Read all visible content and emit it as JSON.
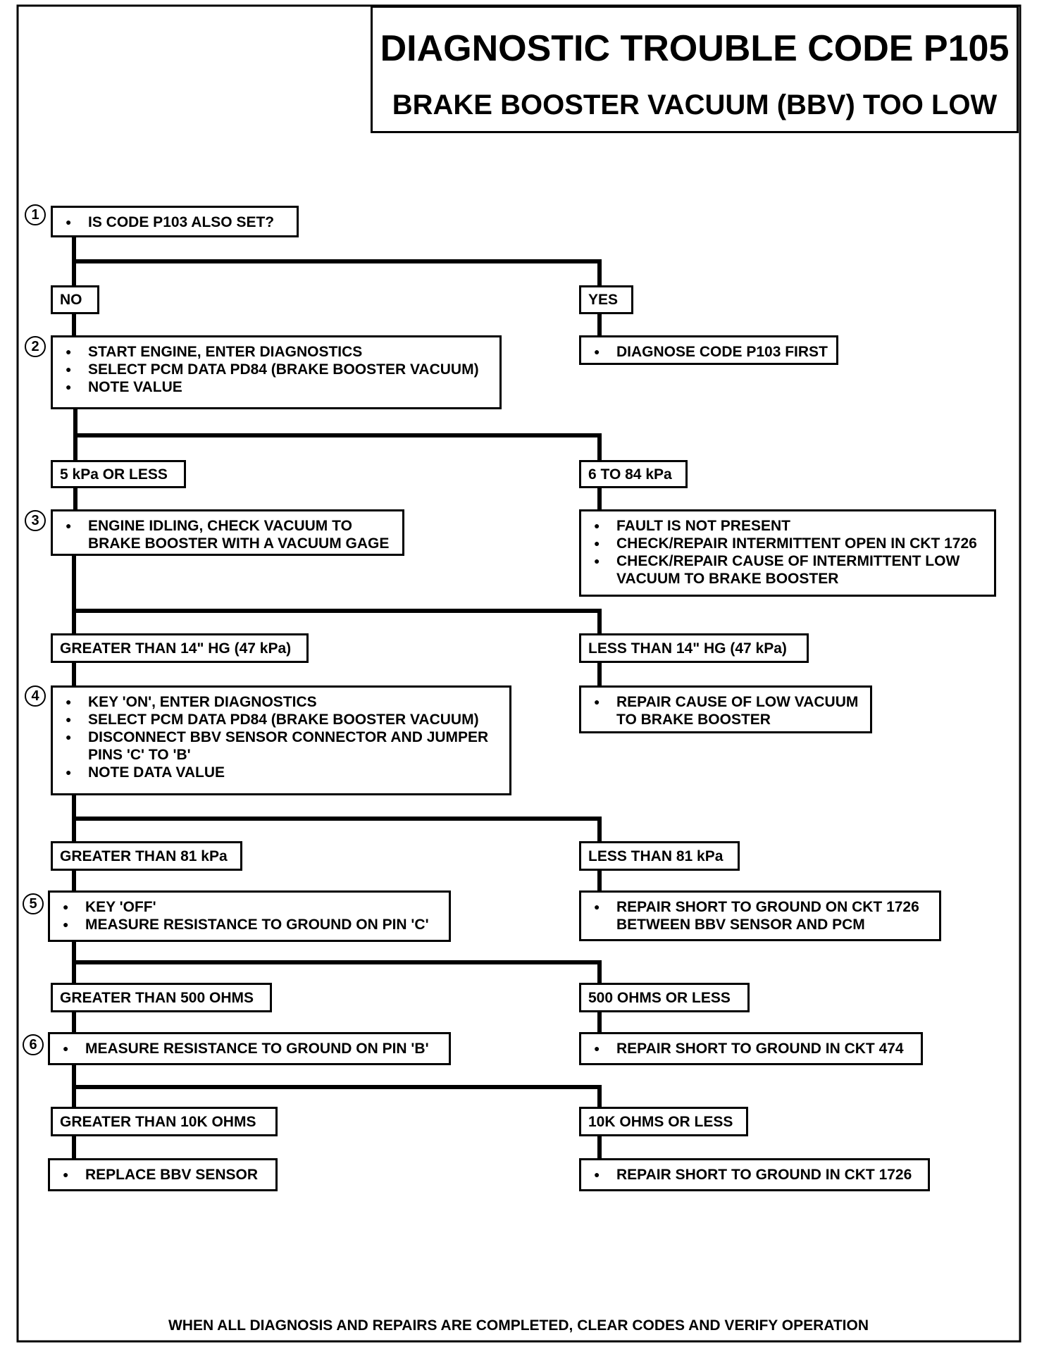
{
  "title": "DIAGNOSTIC TROUBLE CODE P105",
  "subtitle": "BRAKE BOOSTER VACUUM (BBV) TOO LOW",
  "footer": "WHEN ALL DIAGNOSIS AND REPAIRS ARE COMPLETED, CLEAR CODES AND VERIFY OPERATION",
  "steps": [
    "1",
    "2",
    "3",
    "4",
    "5",
    "6"
  ],
  "nodes": {
    "s1": [
      "IS CODE P103 ALSO SET?"
    ],
    "no1": "NO",
    "yes1": "YES",
    "s2": [
      "START ENGINE, ENTER DIAGNOSTICS",
      "SELECT PCM DATA PD84 (BRAKE BOOSTER VACUUM)",
      "NOTE VALUE"
    ],
    "diag103": [
      "DIAGNOSE CODE P103 FIRST"
    ],
    "lt5": "5 kPa OR LESS",
    "r6to84": "6 TO 84 kPa",
    "s3": [
      "ENGINE IDLING, CHECK VACUUM TO BRAKE BOOSTER WITH A VACUUM GAGE"
    ],
    "fault": [
      "FAULT IS NOT PRESENT",
      "CHECK/REPAIR INTERMITTENT OPEN IN CKT 1726",
      "CHECK/REPAIR CAUSE OF INTERMITTENT LOW VACUUM TO BRAKE BOOSTER"
    ],
    "gt14": "GREATER THAN 14\" HG (47 kPa)",
    "lt14": "LESS THAN 14\" HG (47 kPa)",
    "s4": [
      "KEY 'ON', ENTER DIAGNOSTICS",
      "SELECT PCM DATA PD84 (BRAKE BOOSTER VACUUM)",
      "DISCONNECT BBV SENSOR CONNECTOR AND JUMPER PINS 'C' TO 'B'",
      "NOTE DATA VALUE"
    ],
    "repvac": [
      "REPAIR CAUSE OF LOW VACUUM TO BRAKE BOOSTER"
    ],
    "gt81": "GREATER THAN 81 kPa",
    "lt81": "LESS THAN 81 kPa",
    "s5": [
      "KEY 'OFF'",
      "MEASURE RESISTANCE TO GROUND ON PIN 'C'"
    ],
    "rep1726a": [
      "REPAIR SHORT TO GROUND ON CKT 1726 BETWEEN BBV SENSOR AND PCM"
    ],
    "gt500": "GREATER THAN 500 OHMS",
    "le500": "500 OHMS OR LESS",
    "s6": [
      "MEASURE RESISTANCE TO GROUND ON PIN 'B'"
    ],
    "rep474": [
      "REPAIR SHORT TO GROUND IN CKT 474"
    ],
    "gt10k": "GREATER THAN 10K OHMS",
    "le10k": "10K OHMS OR LESS",
    "replace": [
      "REPLACE BBV SENSOR"
    ],
    "rep1726b": [
      "REPAIR SHORT TO GROUND IN CKT 1726"
    ]
  }
}
